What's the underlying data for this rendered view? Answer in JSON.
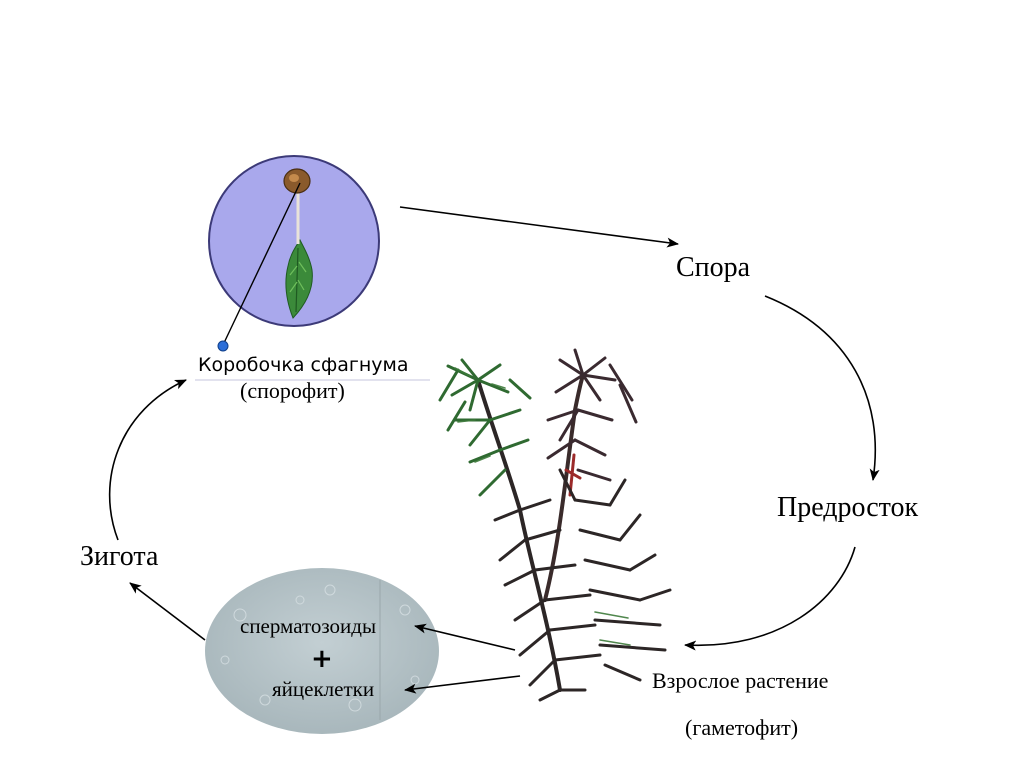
{
  "labels": {
    "capsule_name": "Коробочка сфагнума",
    "sporophyte": "(спорофит)",
    "spore": "Спора",
    "protonema": "Предросток",
    "adult_plant": "Взрослое растение",
    "gametophyte": "(гаметофит)",
    "zygote": "Зигота",
    "sperm": "сперматозоиды",
    "plus": "+",
    "eggs": "яйцеклетки"
  },
  "colors": {
    "sporophyte_circle_fill": "#a9a8ec",
    "sporophyte_circle_stroke": "#3c3a78",
    "gamete_ellipse_fill": "#b4c2c6",
    "moss_dark": "#2c2626",
    "moss_green": "#2f6a31",
    "arrow": "#000000"
  }
}
